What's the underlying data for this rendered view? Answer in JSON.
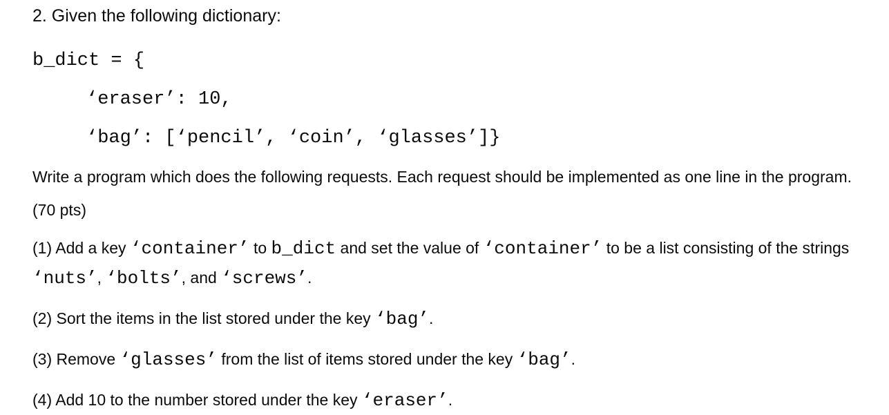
{
  "page": {
    "background_color": "#ffffff",
    "text_color": "#0b0b0b"
  },
  "question": {
    "heading": "2. Given the following dictionary:",
    "code": {
      "lines": [
        {
          "text": "b_dict = {",
          "indented": false
        },
        {
          "text": "‘eraser’: 10,",
          "indented": true
        },
        {
          "text": "‘bag’: [‘pencil’, ‘coin’, ‘glasses’]}",
          "indented": true
        }
      ]
    },
    "instructions": "Write a program which does the following requests. Each request should be implemented as one line in the program. (70 pts)",
    "requests": [
      {
        "number": "(1)",
        "runs": [
          {
            "style": "sans",
            "text": "(1) Add a key "
          },
          {
            "style": "mono",
            "text": "‘container’"
          },
          {
            "style": "sans",
            "text": " to "
          },
          {
            "style": "mono",
            "text": "b_dict"
          },
          {
            "style": "sans",
            "text": " and set the value of "
          },
          {
            "style": "mono",
            "text": "‘container’"
          },
          {
            "style": "sans",
            "text": " to be a list consisting of the strings "
          },
          {
            "style": "mono",
            "text": "‘nuts’"
          },
          {
            "style": "sans",
            "text": ", "
          },
          {
            "style": "mono",
            "text": "‘bolts’"
          },
          {
            "style": "sans",
            "text": ", and "
          },
          {
            "style": "mono",
            "text": "‘screws’"
          },
          {
            "style": "sans",
            "text": "."
          }
        ]
      },
      {
        "number": "(2)",
        "runs": [
          {
            "style": "sans",
            "text": "(2) Sort the items in the list stored under the key "
          },
          {
            "style": "mono",
            "text": "‘bag’"
          },
          {
            "style": "sans",
            "text": "."
          }
        ]
      },
      {
        "number": "(3)",
        "runs": [
          {
            "style": "sans",
            "text": "(3) Remove "
          },
          {
            "style": "mono",
            "text": "‘glasses’"
          },
          {
            "style": "sans",
            "text": " from the list of items stored under the key "
          },
          {
            "style": "mono",
            "text": "‘bag’"
          },
          {
            "style": "sans",
            "text": "."
          }
        ]
      },
      {
        "number": "(4)",
        "runs": [
          {
            "style": "sans",
            "text": "(4) Add 10 to the number stored under the key "
          },
          {
            "style": "mono",
            "text": "‘eraser’"
          },
          {
            "style": "sans",
            "text": "."
          }
        ]
      }
    ]
  }
}
